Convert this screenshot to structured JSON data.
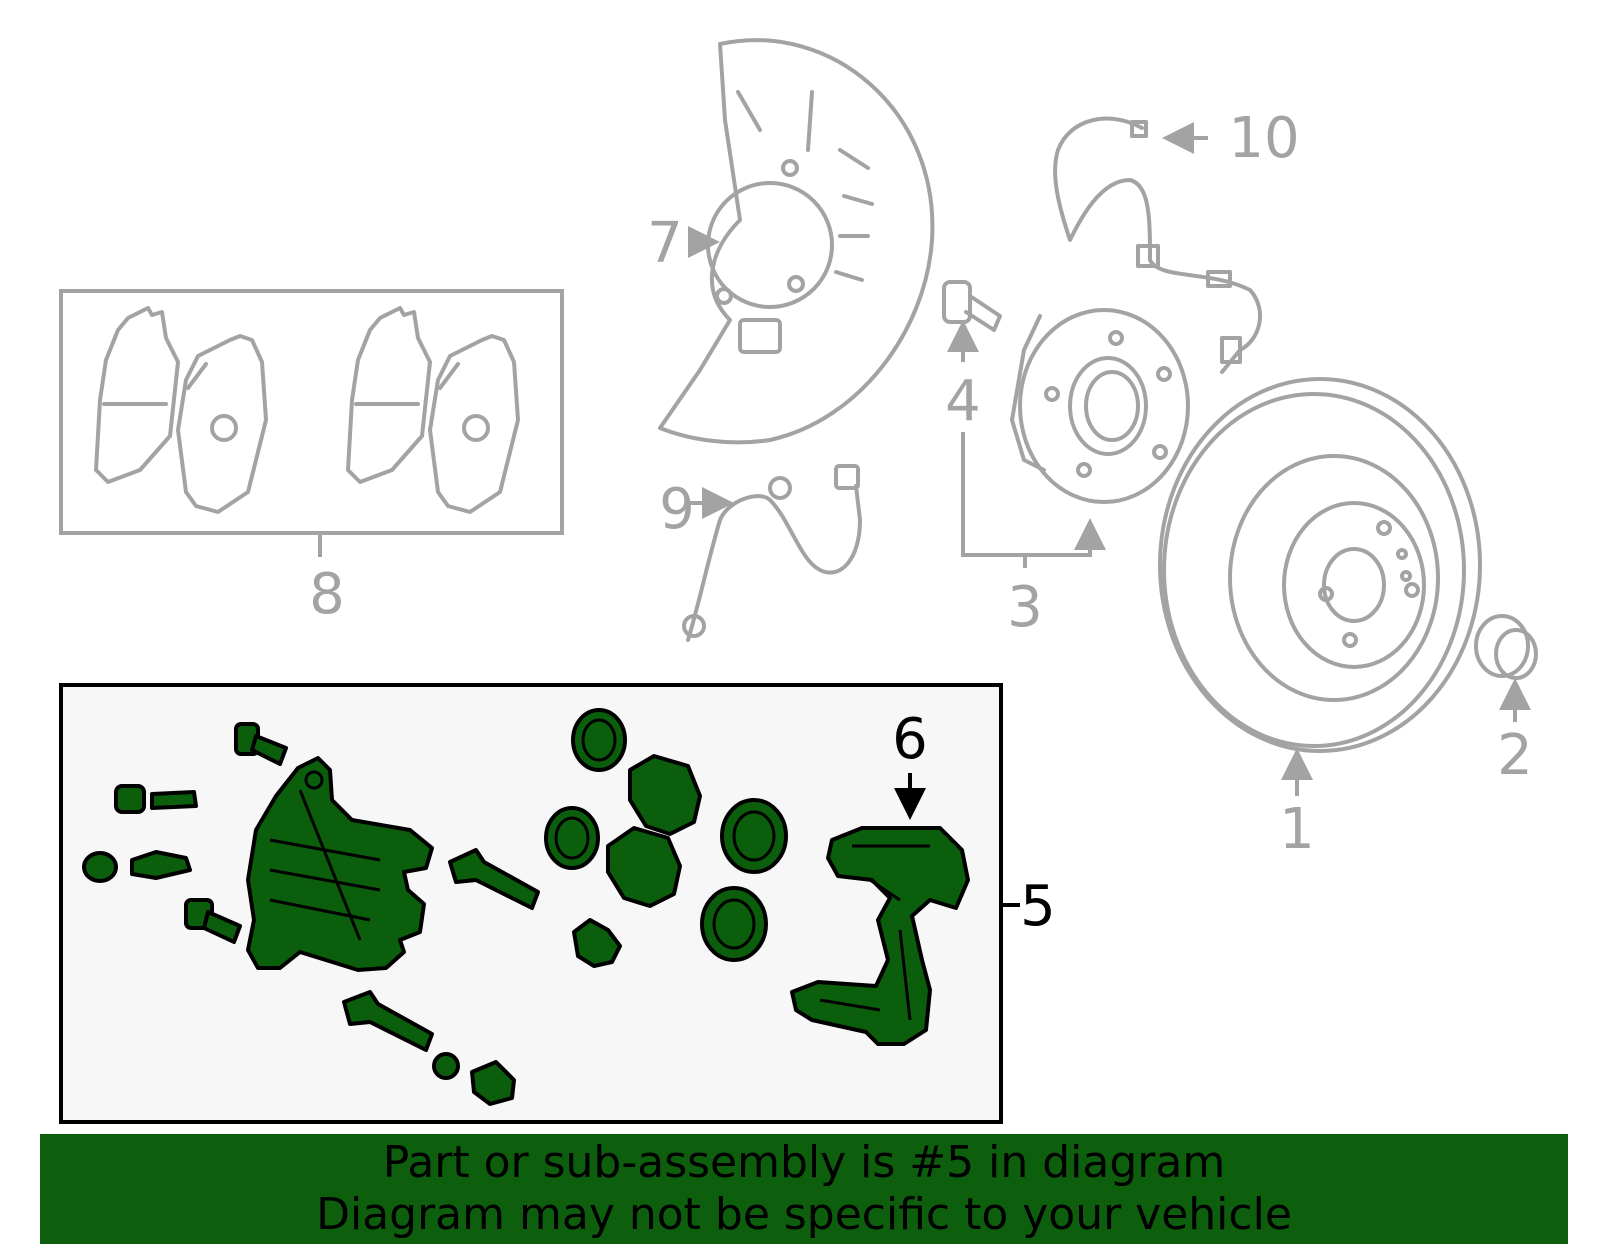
{
  "callouts": {
    "c1": "1",
    "c2": "2",
    "c3": "3",
    "c4": "4",
    "c5": "5",
    "c6": "6",
    "c7": "7",
    "c8": "8",
    "c9": "9",
    "c10": "10"
  },
  "banner": {
    "line1": "Part or sub-assembly is #5 in diagram",
    "line2": "Diagram may not be specific to your vehicle"
  },
  "colors": {
    "highlight_part": "#0b5e0b",
    "banner_background": "#0d5e0d",
    "inactive_part": "#a3a3a3",
    "highlight_box_background": "#f7f7f7"
  }
}
